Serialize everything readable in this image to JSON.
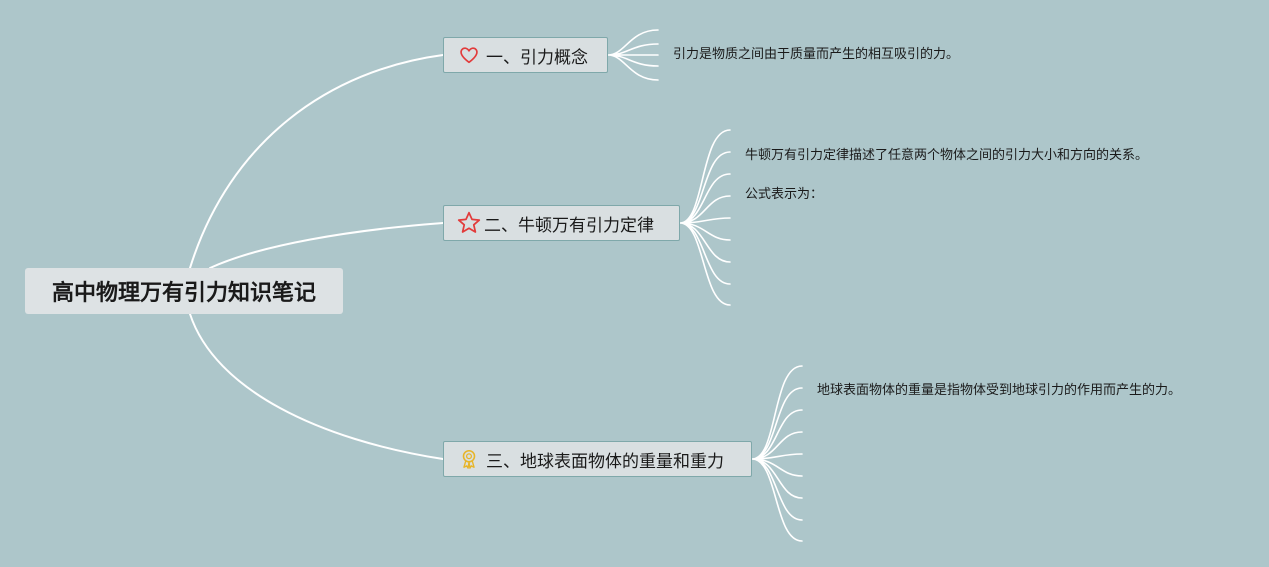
{
  "root": {
    "title": "高中物理万有引力知识笔记"
  },
  "branches": [
    {
      "label": "一、引力概念",
      "icon": "heart-icon",
      "icon_color": "#e23b3b",
      "notes": [
        "引力是物质之间由于质量而产生的相互吸引的力。"
      ]
    },
    {
      "label": "二、牛顿万有引力定律",
      "icon": "star-icon",
      "icon_color": "#e23b3b",
      "notes": [
        "牛顿万有引力定律描述了任意两个物体之间的引力大小和方向的关系。",
        "公式表示为："
      ]
    },
    {
      "label": "三、地球表面物体的重量和重力",
      "icon": "medal-icon",
      "icon_color": "#e7b52a",
      "notes": [
        "地球表面物体的重量是指物体受到地球引力的作用而产生的力。"
      ]
    }
  ],
  "colors": {
    "background": "#adc6ca",
    "connector": "#ffffff",
    "node_fill": "#d9dfe1",
    "node_border": "#7fa8aa"
  }
}
